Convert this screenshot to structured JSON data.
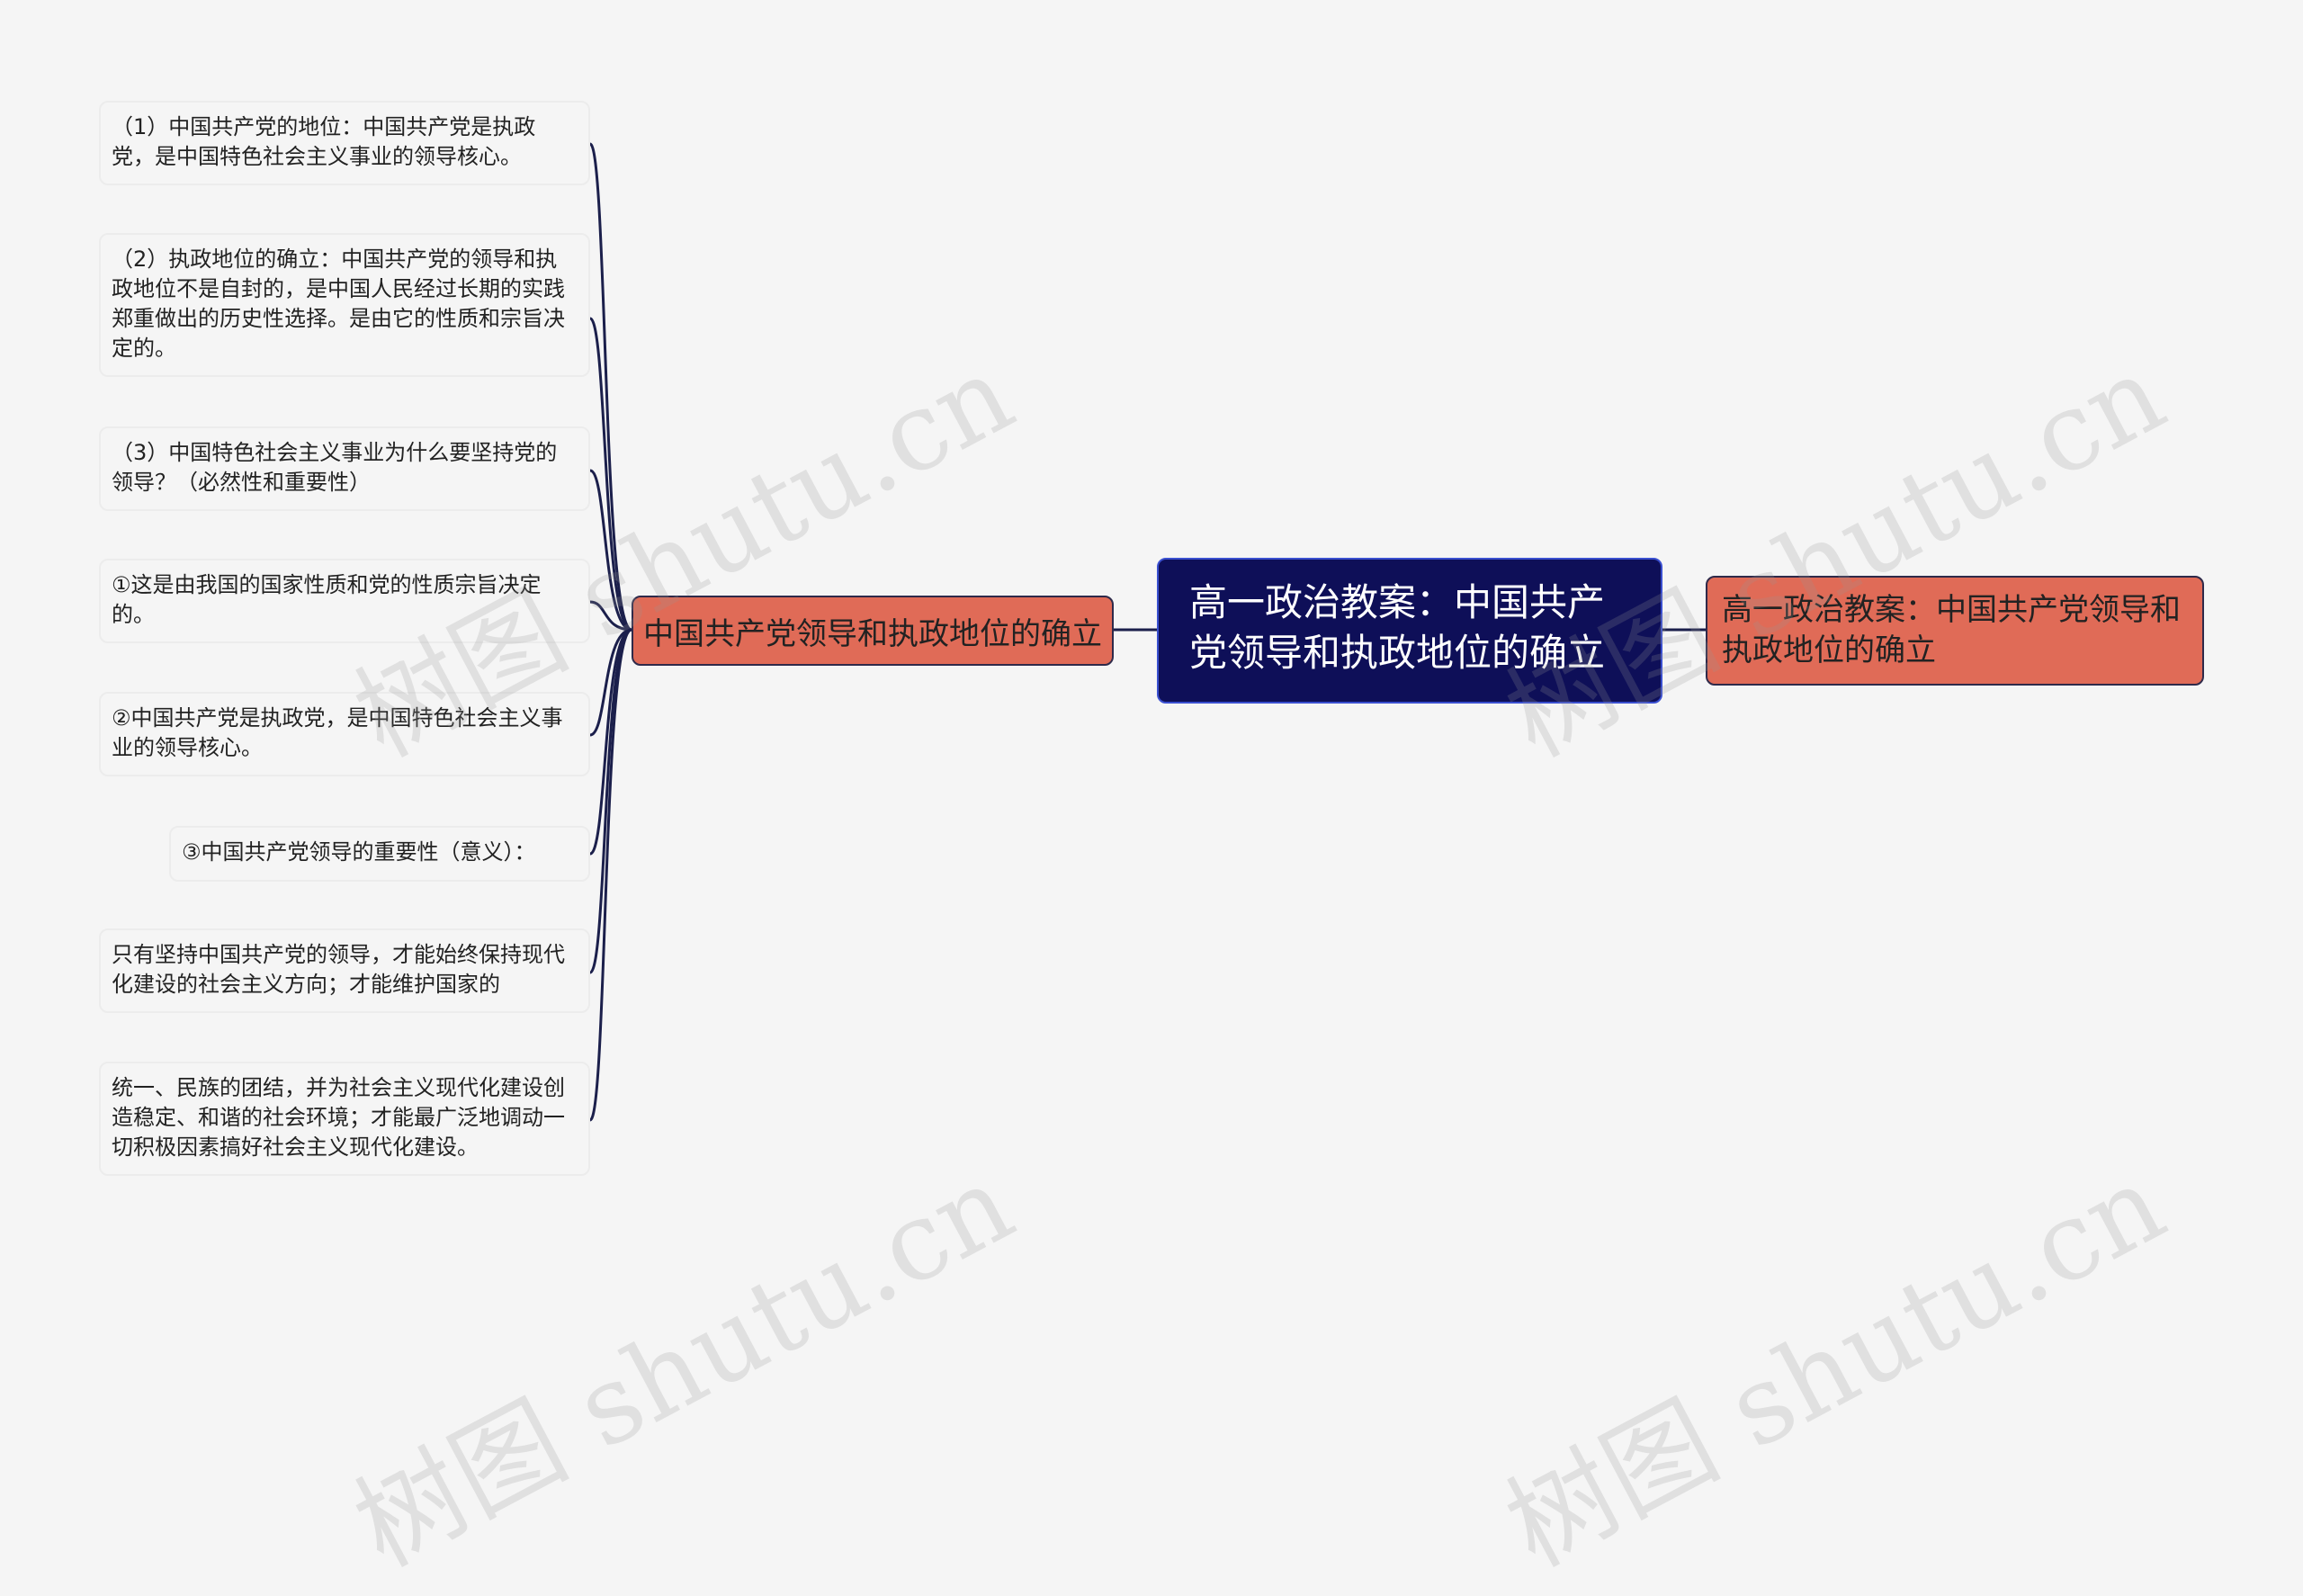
{
  "root": {
    "text": "高一政治教案：中国共产党领导和执政地位的确立"
  },
  "branch": {
    "text": "中国共产党领导和执政地位的确立"
  },
  "right_node": {
    "text": "高一政治教案：中国共产党领导和执政地位的确立"
  },
  "leaves": [
    {
      "text": "（1）中国共产党的地位：中国共产党是执政党，是中国特色社会主义事业的领导核心。"
    },
    {
      "text": "（2）执政地位的确立：中国共产党的领导和执政地位不是自封的，是中国人民经过长期的实践郑重做出的历史性选择。是由它的性质和宗旨决定的。"
    },
    {
      "text": "（3）中国特色社会主义事业为什么要坚持党的领导？（必然性和重要性）"
    },
    {
      "text": "①这是由我国的国家性质和党的性质宗旨决定的。"
    },
    {
      "text": "②中国共产党是执政党，是中国特色社会主义事业的领导核心。"
    },
    {
      "text": "③中国共产党领导的重要性（意义）："
    },
    {
      "text": "只有坚持中国共产党的领导，才能始终保持现代化建设的社会主义方向；才能维护国家的"
    },
    {
      "text": "统一、民族的团结，并为社会主义现代化建设创造稳定、和谐的社会环境；才能最广泛地调动一切积极因素搞好社会主义现代化建设。"
    }
  ],
  "watermark": {
    "text": "树图 shutu.cn"
  },
  "colors": {
    "background": "#f5f5f5",
    "root_fill": "#0e0f58",
    "branch_fill": "#e06b57",
    "line": "#1b1f4b"
  }
}
